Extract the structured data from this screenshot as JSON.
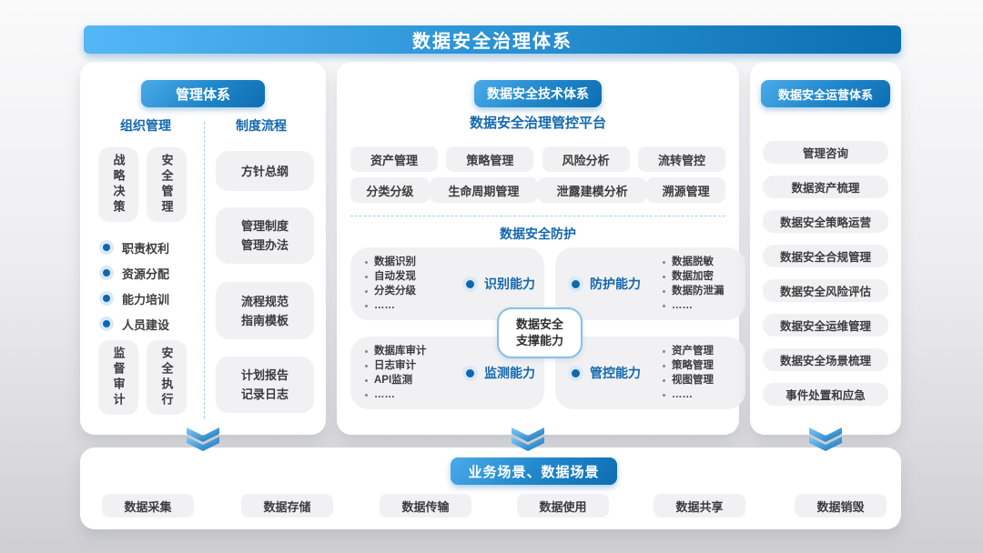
{
  "banner": {
    "title": "数据安全治理体系"
  },
  "colors": {
    "accent_blue": "#1468ad",
    "banner_gradient": [
      "#55b7f5",
      "#0a6fb2"
    ],
    "button_gradient": [
      "#4aabe9",
      "#0e6db3"
    ],
    "pill_gray": "#f1f1f3",
    "text_dark": "#3c3c40",
    "capsule_border": "#85c0e8"
  },
  "left_panel": {
    "header": "管理体系",
    "organization": {
      "title": "组织管理",
      "top_boxes": [
        "战略决策",
        "安全管理"
      ],
      "bullets": [
        "职责权利",
        "资源分配",
        "能力培训",
        "人员建设"
      ],
      "bottom_boxes": [
        "监督审计",
        "安全执行"
      ]
    },
    "process": {
      "title": "制度流程",
      "cards": [
        [
          "方针总纲"
        ],
        [
          "管理制度",
          "管理办法"
        ],
        [
          "流程规范",
          "指南模板"
        ],
        [
          "计划报告",
          "记录日志"
        ]
      ]
    }
  },
  "middle_panel": {
    "header": "数据安全技术体系",
    "platform_title": "数据安全治理管控平台",
    "platform_row1": [
      "资产管理",
      "策略管理",
      "风险分析",
      "流转管控"
    ],
    "platform_row2": [
      "分类分级",
      "生命周期管理",
      "泄露建模分析",
      "溯源管理"
    ],
    "protection_title": "数据安全防护",
    "capabilities": [
      {
        "name": "识别能力",
        "items": [
          "数据识别",
          "自动发现",
          "分类分级",
          "……"
        ]
      },
      {
        "name": "防护能力",
        "items": [
          "数据脱敏",
          "数据加密",
          "数据防泄漏",
          "……"
        ]
      },
      {
        "name": "监测能力",
        "items": [
          "数据库审计",
          "日志审计",
          "API监测",
          "……"
        ]
      },
      {
        "name": "管控能力",
        "items": [
          "资产管理",
          "策略管理",
          "视图管理",
          "……"
        ]
      }
    ],
    "support_capsule": [
      "数据安全",
      "支撑能力"
    ]
  },
  "right_panel": {
    "header": "数据安全运营体系",
    "items": [
      "管理咨询",
      "数据资产梳理",
      "数据安全策略运营",
      "数据安全合规管理",
      "数据安全风险评估",
      "数据安全运维管理",
      "数据安全场景梳理",
      "事件处置和应急"
    ]
  },
  "bottom_panel": {
    "header": "业务场景、数据场景",
    "items": [
      "数据采集",
      "数据存储",
      "数据传输",
      "数据使用",
      "数据共享",
      "数据销毁"
    ]
  }
}
